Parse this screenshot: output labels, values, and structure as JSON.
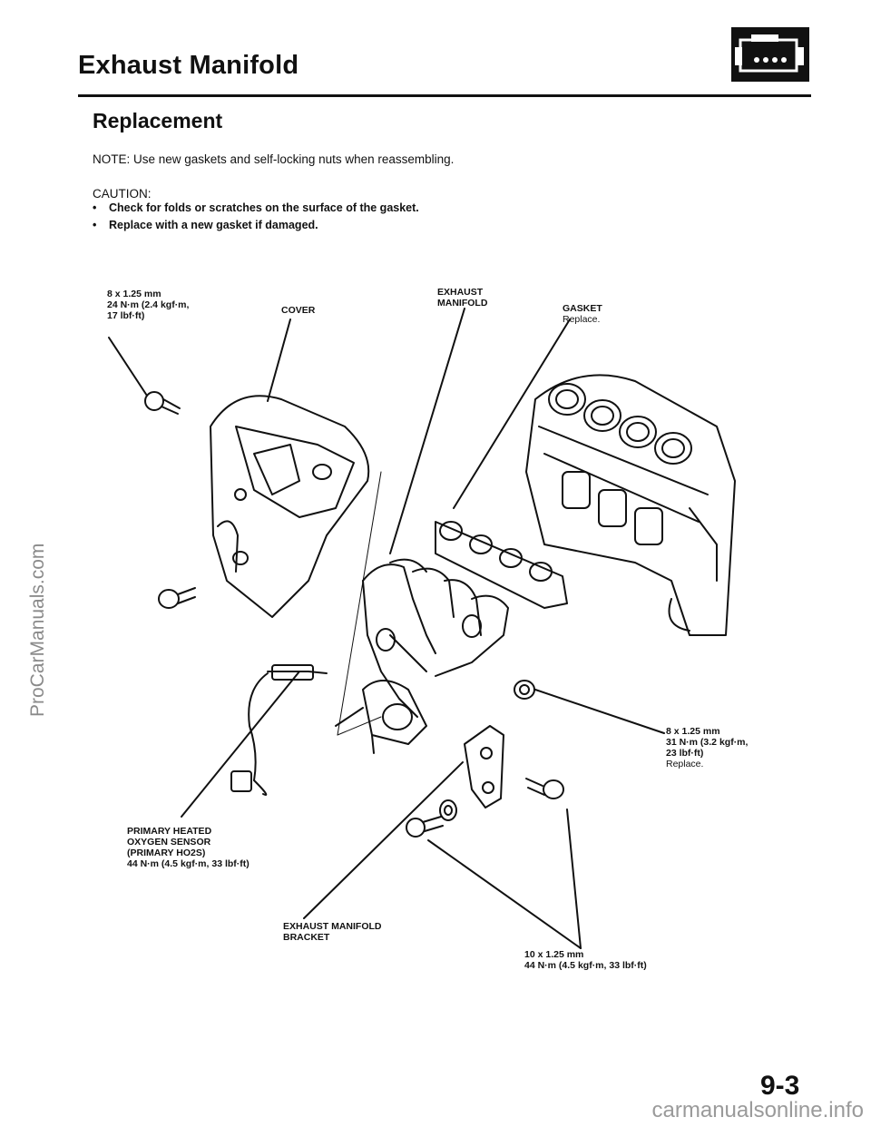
{
  "header": {
    "title": "Exhaust Manifold",
    "section": "Replacement",
    "icon": "engine-icon"
  },
  "note": "NOTE:  Use new gaskets and self-locking nuts when reassembling.",
  "caution": {
    "heading": "CAUTION:",
    "items": [
      "Check for folds or scratches on the surface of the gasket.",
      "Replace with a new gasket if damaged."
    ]
  },
  "callouts": {
    "bolt_top": [
      "8 x 1.25 mm",
      "24 N·m (2.4 kgf·m,",
      "17 lbf·ft)"
    ],
    "cover": "COVER",
    "exhaust_manifold": [
      "EXHAUST",
      "MANIFOLD"
    ],
    "gasket": {
      "name": "GASKET",
      "note": "Replace."
    },
    "nut_right": [
      "8 x 1.25 mm",
      "31 N·m (3.2 kgf·m,",
      "23 lbf·ft)",
      "Replace."
    ],
    "sensor": [
      "PRIMARY HEATED",
      "OXYGEN SENSOR",
      "(PRIMARY HO2S)",
      "44 N·m (4.5 kgf·m, 33 lbf·ft)"
    ],
    "bracket": [
      "EXHAUST MANIFOLD",
      "BRACKET"
    ],
    "bolt_bottom": [
      "10 x 1.25 mm",
      "44 N·m (4.5 kgf·m, 33 lbf·ft)"
    ]
  },
  "page_number": "9-3",
  "watermarks": {
    "side": "ProCarManuals.com",
    "bottom": "carmanualsonline.info"
  }
}
